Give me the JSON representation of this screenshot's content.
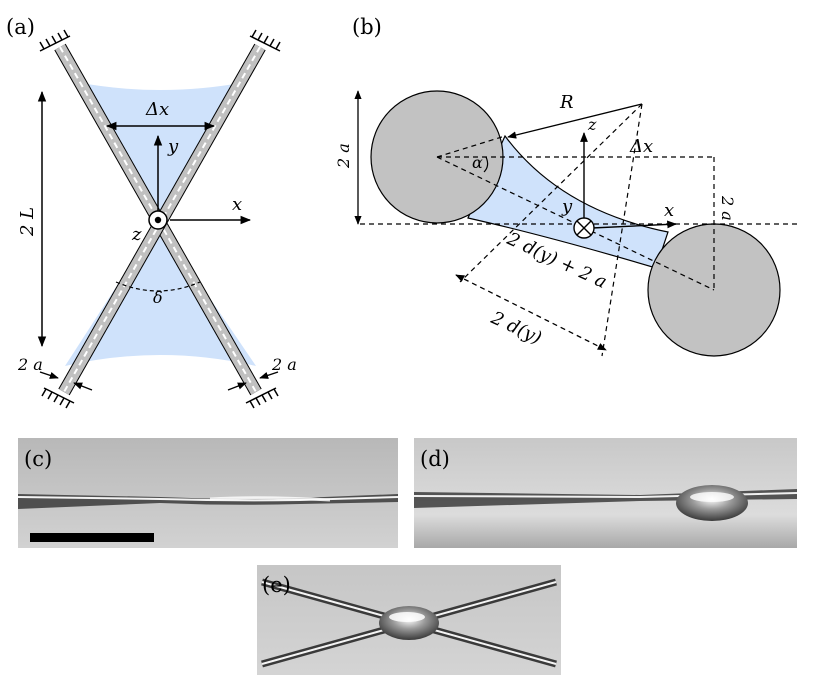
{
  "panels": {
    "a": {
      "label": "(a)",
      "dx": "Δx",
      "y": "y",
      "x": "x",
      "z": "z",
      "two_l": "2 L",
      "delta": "δ",
      "two_a_left": "2 a",
      "two_a_right": "2 a"
    },
    "b": {
      "label": "(b)",
      "r": "R",
      "two_a_left": "2 a",
      "two_a_right": "2 a",
      "dx": "Δx",
      "z": "z",
      "y": "y",
      "x": "x",
      "alpha": "α",
      "two_d_plus": "2 d(y) + 2 a",
      "two_d": "2 d(y)"
    },
    "c": {
      "label": "(c)"
    },
    "d": {
      "label": "(d)"
    },
    "e": {
      "label": "(e)"
    }
  },
  "colors": {
    "liquid": "#cfe2fb",
    "fiber_fill": "#c0c0c0",
    "fiber_core": "#ffffff",
    "disc_fill": "#c2c2c2",
    "photo_bg": "#c4c4c4",
    "scale_bar": "#000000"
  }
}
